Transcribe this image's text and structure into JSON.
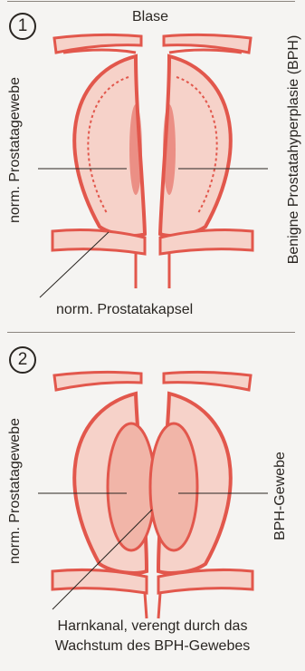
{
  "panel1": {
    "number": "1",
    "top_label": "Blase",
    "left_label": "norm. Prostatagewebe",
    "right_label": "Benigne Prostatahyperplasie (BPH)",
    "bottom_label": "norm. Prostatakapsel"
  },
  "panel2": {
    "number": "2",
    "left_label": "norm. Prostatagewebe",
    "right_label": "BPH-Gewebe",
    "caption_line1": "Harnkanal, verengt durch das",
    "caption_line2": "Wachstum des BPH-Gewebes"
  },
  "colors": {
    "tissue": "#e2574c",
    "tissue_fill": "#f6d2c9",
    "line": "#2a2622"
  }
}
